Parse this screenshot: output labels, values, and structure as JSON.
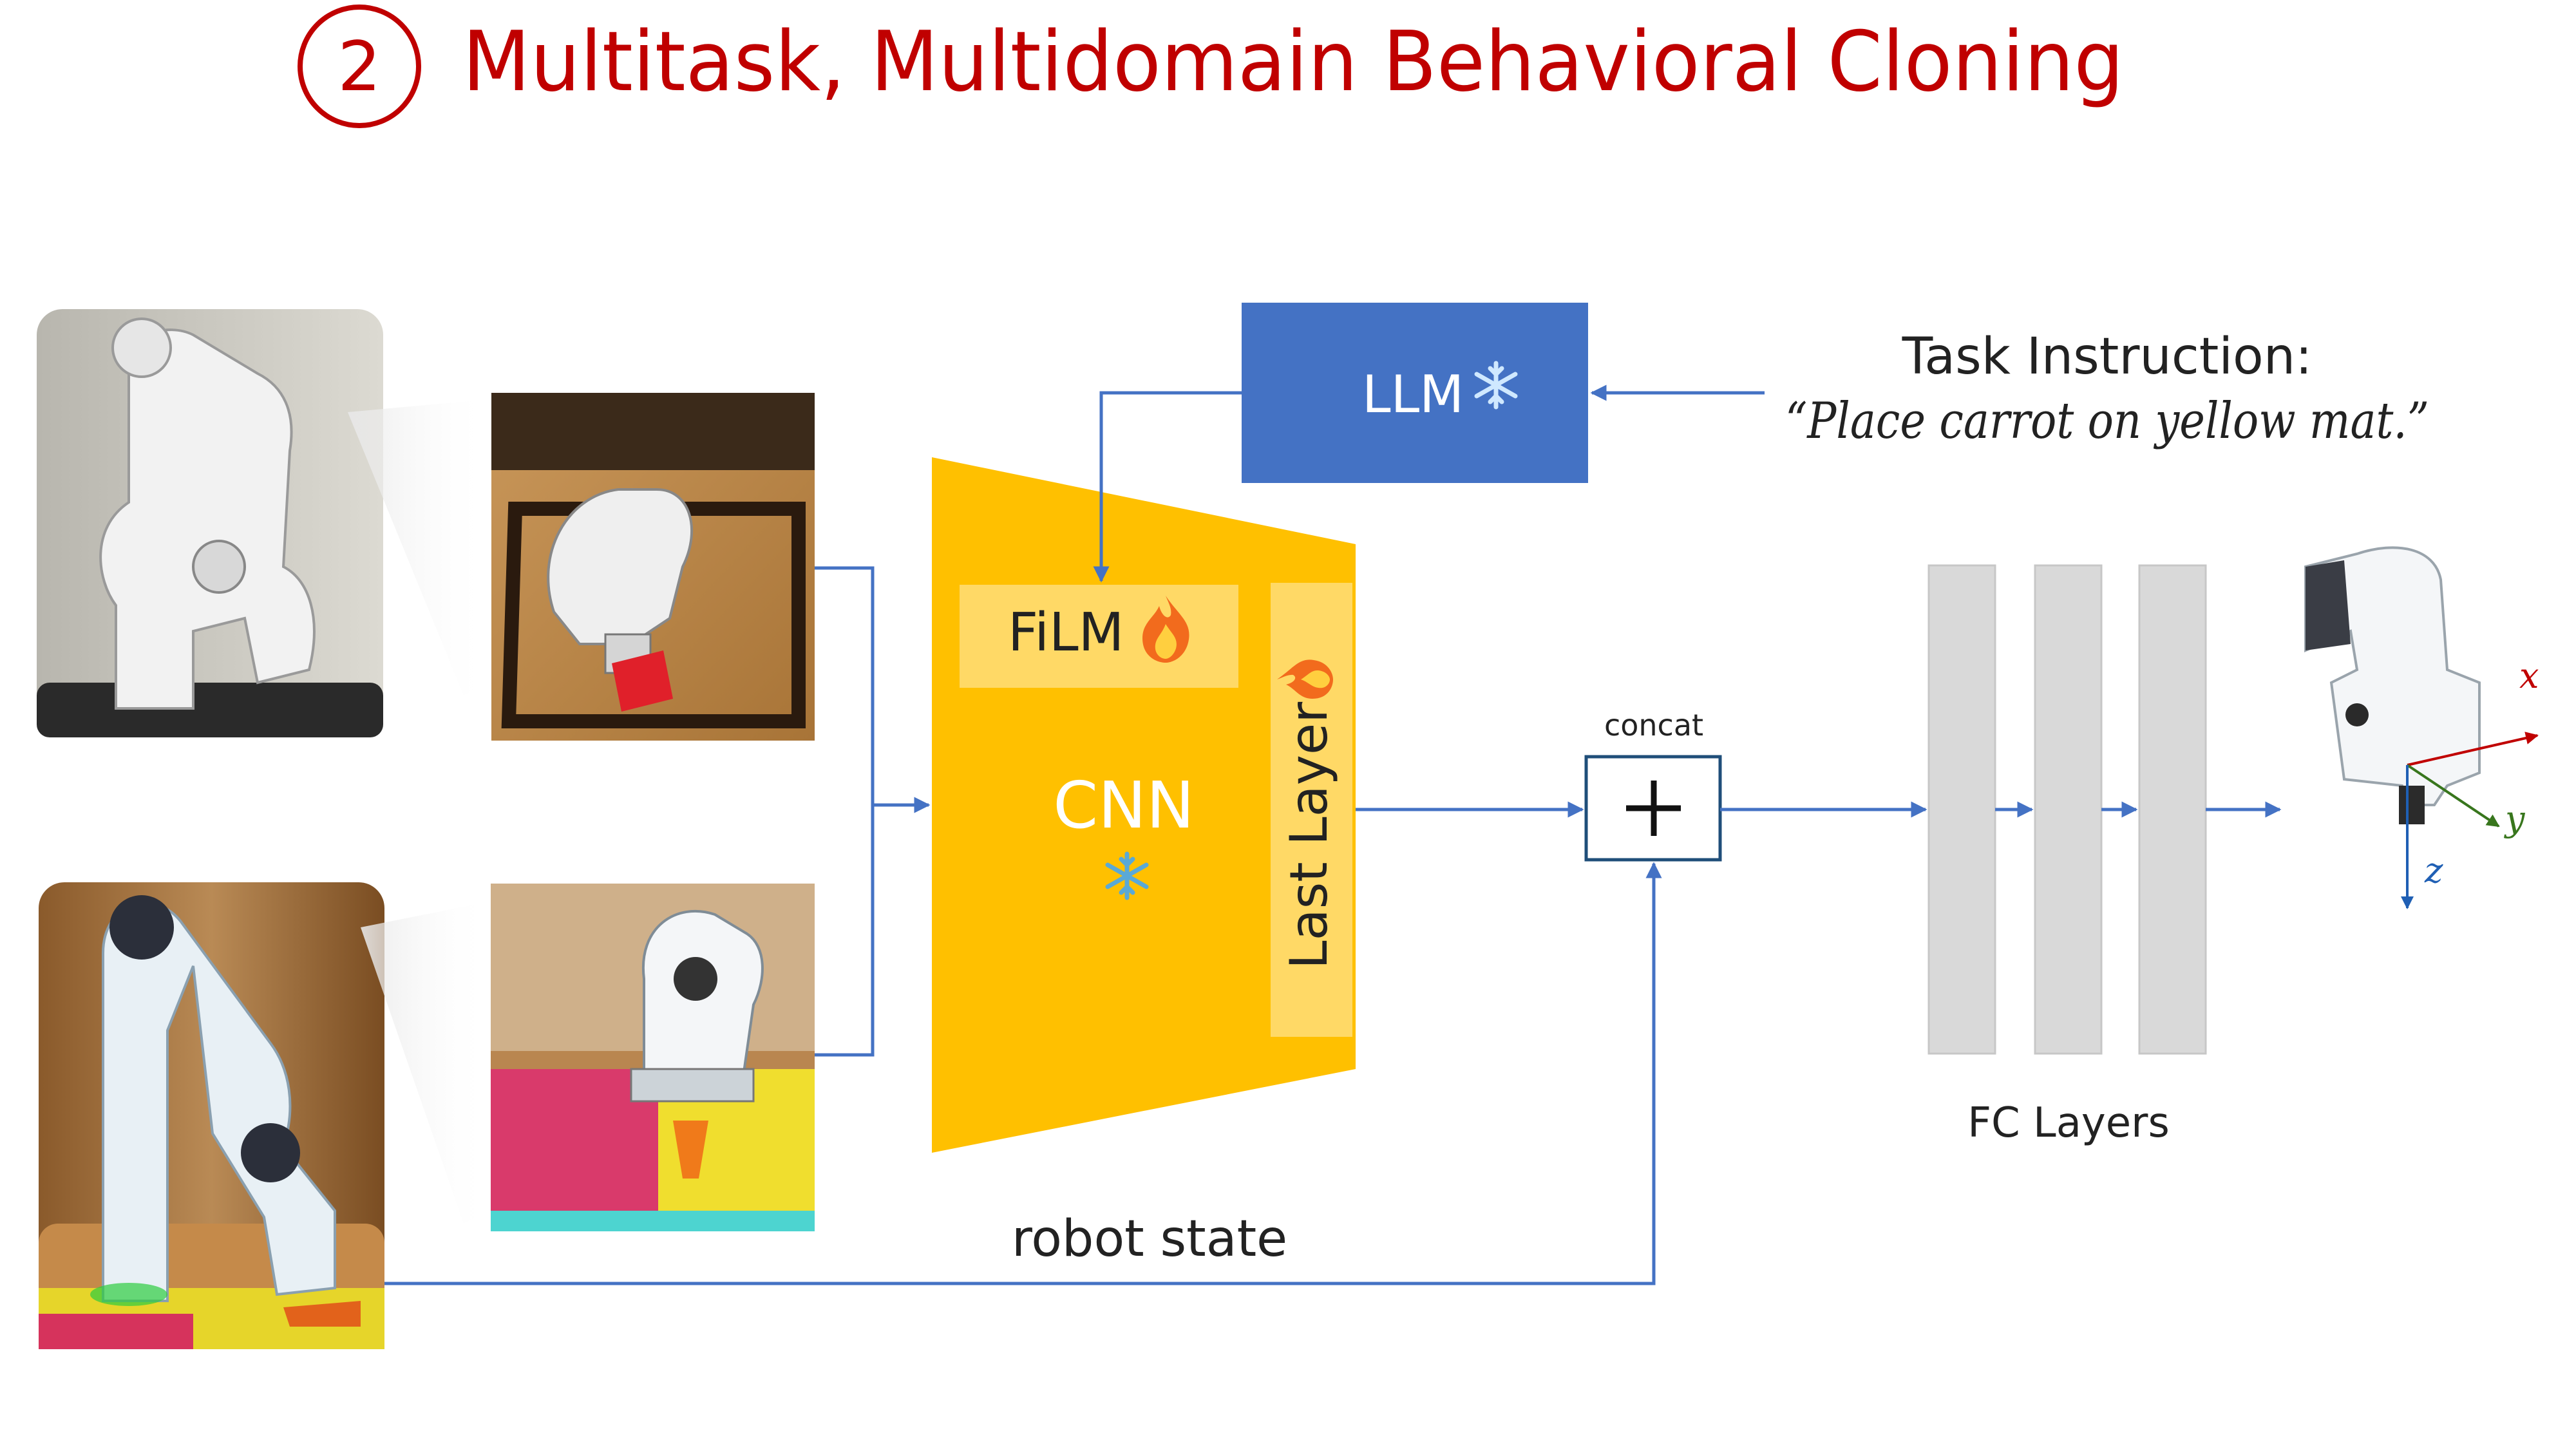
{
  "title": {
    "number": "2",
    "text": "Multitask, Multidomain Behavioral Cloning",
    "color": "#C00000"
  },
  "colors": {
    "llm_box": "#4472C4",
    "cnn": "#FFC000",
    "cnn_inner": "#FFD966",
    "arrow": "#4472C4",
    "fc": "#D9D9D9",
    "axis_x": "#C00000",
    "axis_y": "#38761D",
    "axis_z": "#1F5FB4"
  },
  "llm": {
    "label": "LLM",
    "status_icon": "snowflake-icon"
  },
  "task": {
    "heading": "Task Instruction:",
    "instruction": "“Place carrot on yellow mat.”"
  },
  "cnn": {
    "label": "CNN",
    "status_icon": "snowflake-icon"
  },
  "film": {
    "label": "FiLM",
    "status_icon": "fire-icon"
  },
  "last_layer": {
    "label": "Last Layer",
    "status_icon": "fire-icon"
  },
  "concat": {
    "label": "concat",
    "symbol": "+"
  },
  "fc": {
    "label": "FC Layers"
  },
  "robot_state": {
    "label": "robot state"
  },
  "axes": {
    "x": "x",
    "y": "y",
    "z": "z"
  }
}
